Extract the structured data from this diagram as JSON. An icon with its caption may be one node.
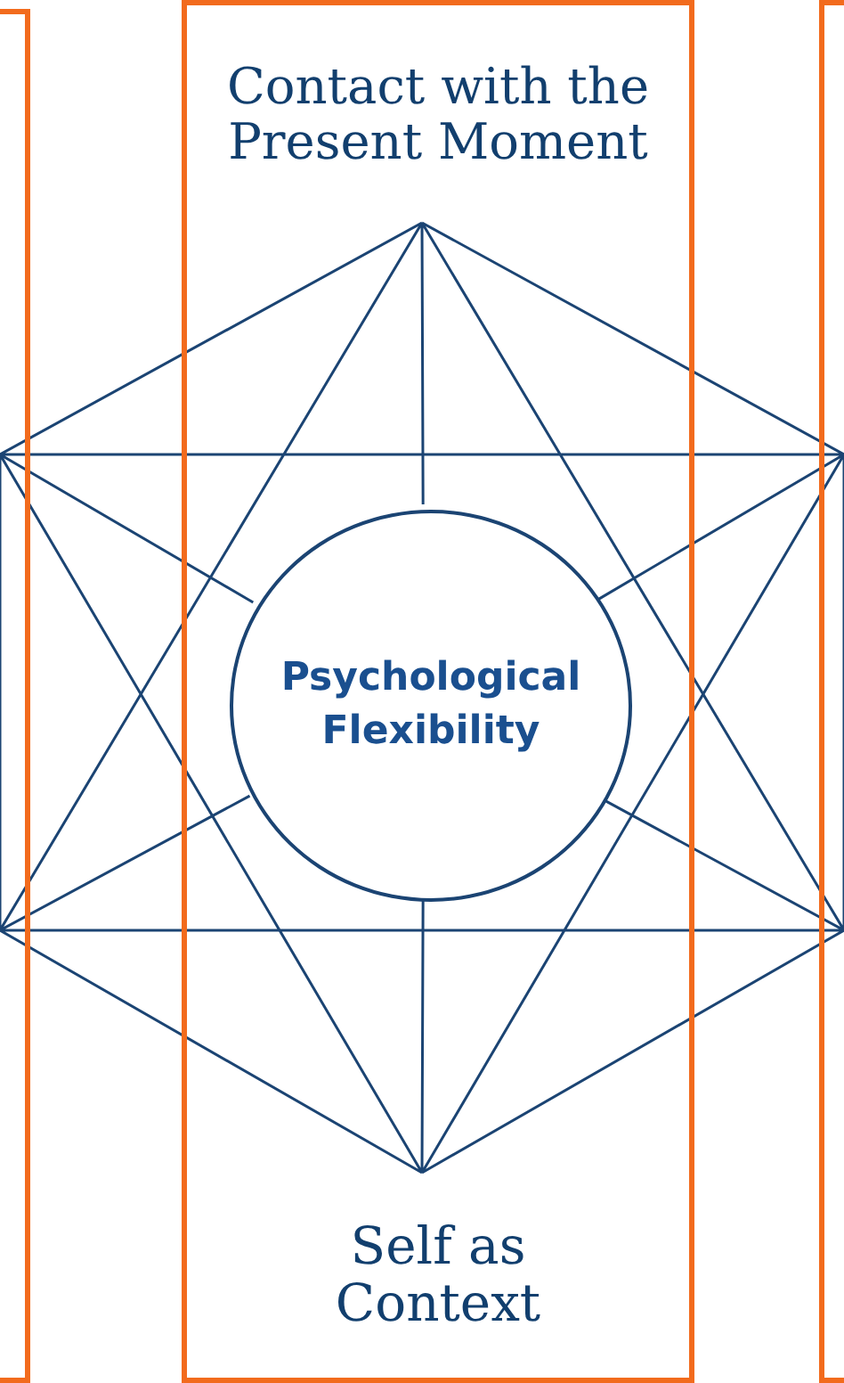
{
  "diagram": {
    "nodes": [
      {
        "text": [],
        "shape": "box"
      },
      {
        "text": [
          "Contact with the Present Moment",
          "Self as Context"
        ]
      },
      {
        "text": [],
        "shape": "box"
      },
      {
        "text": [
          "Psychological Flexibility"
        ],
        "in": 1
      }
    ]
  }
}
